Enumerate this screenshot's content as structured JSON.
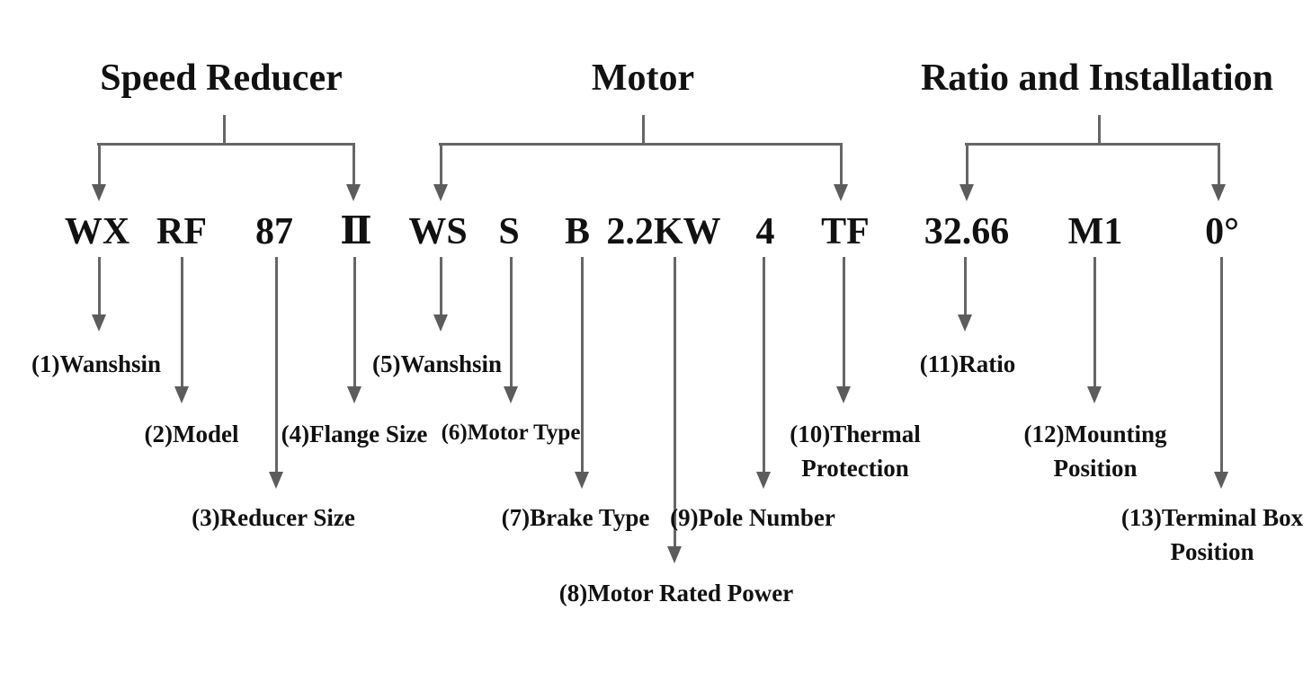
{
  "diagram": {
    "groups": [
      {
        "title": "Speed Reducer",
        "items": [
          {
            "code": "WX",
            "label1": "(1)Wanshsin"
          },
          {
            "code": "RF",
            "label1": "(2)Model"
          },
          {
            "code": "87",
            "label1": "(3)Reducer Size"
          },
          {
            "code": "Ⅱ",
            "label1": "(4)Flange Size"
          }
        ]
      },
      {
        "title": "Motor",
        "items": [
          {
            "code": "WS",
            "label1": "(5)Wanshsin"
          },
          {
            "code": "S",
            "label1": "(6)Motor Type"
          },
          {
            "code": "B",
            "label1": "(7)Brake Type"
          },
          {
            "code": "2.2KW",
            "label1": "(8)Motor Rated Power"
          },
          {
            "code": "4",
            "label1": "(9)Pole Number"
          },
          {
            "code": "TF",
            "label1": "(10)Thermal",
            "label2": "Protection"
          }
        ]
      },
      {
        "title": "Ratio and Installation",
        "items": [
          {
            "code": "32.66",
            "label1": "(11)Ratio"
          },
          {
            "code": "M1",
            "label1": "(12)Mounting",
            "label2": "Position"
          },
          {
            "code": "0°",
            "label1": "(13)Terminal Box",
            "label2": "Position"
          }
        ]
      }
    ],
    "colors": {
      "line": "#666666",
      "arrowhead": "#5c5c5c",
      "text": "#111111",
      "background": "#ffffff"
    }
  }
}
